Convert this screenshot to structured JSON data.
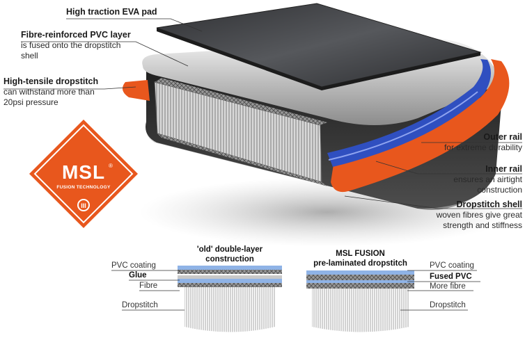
{
  "callouts": {
    "eva": {
      "title": "High traction EVA pad"
    },
    "pvc": {
      "title": "Fibre-reinforced PVC layer",
      "line1": "is fused onto the dropstitch",
      "line2": "shell"
    },
    "dropstitch": {
      "title": "High-tensile dropstitch",
      "line1": "can withstand more than",
      "line2": "20psi pressure"
    },
    "outer_rail": {
      "title": "Outer rail",
      "line1": "for extreme durability"
    },
    "inner_rail": {
      "title": "Inner rail",
      "line1": "ensures an airtight",
      "line2": "construction"
    },
    "shell": {
      "title": "Dropstitch shell",
      "line1": "woven fibres give great",
      "line2": "strength and stiffness"
    }
  },
  "logo": {
    "name": "MSL",
    "tagline": "FUSION TECHNOLOGY",
    "mark": "®"
  },
  "old_diagram": {
    "title1": "'old' double-layer",
    "title2": "construction",
    "labels": {
      "pvc": "PVC coating",
      "glue": "Glue",
      "fibre": "Fibre",
      "dropstitch": "Dropstitch"
    }
  },
  "new_diagram": {
    "title1": "MSL FUSION",
    "title2": "pre-laminated dropstitch",
    "labels": {
      "pvc": "PVC coating",
      "fused": "Fused PVC",
      "fibre": "More fibre",
      "dropstitch": "Dropstitch"
    }
  },
  "colors": {
    "orange": "#e8571d",
    "blue": "#2f4fc0",
    "pad": "#3c3d40",
    "pvc_blue": "#8fb3e6"
  }
}
